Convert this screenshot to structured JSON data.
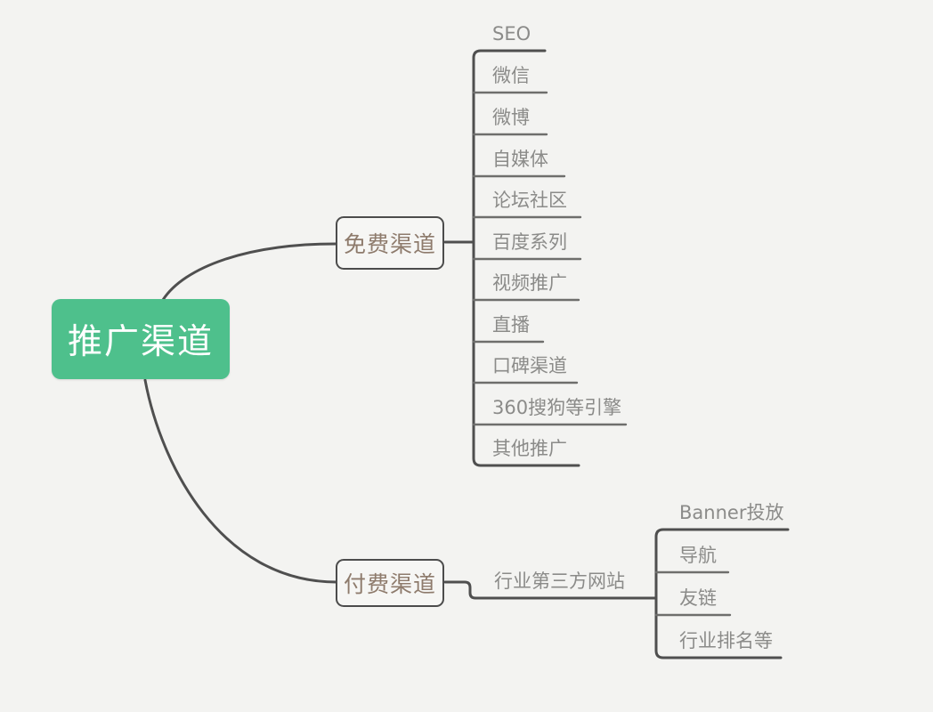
{
  "canvas": {
    "background_color": "#f3f3f1"
  },
  "root": {
    "label": "推广渠道",
    "fill_color": "#4ec08c",
    "text_color": "#ffffff"
  },
  "branches": [
    {
      "label": "免费渠道",
      "children": [
        "SEO",
        "微信",
        "微博",
        "自媒体",
        "论坛社区",
        "百度系列",
        "视频推广",
        "直播",
        "口碑渠道",
        "360搜狗等引擎",
        "其他推广"
      ]
    },
    {
      "label": "付费渠道",
      "children": [
        {
          "label": "行业第三方网站",
          "children": [
            "Banner投放",
            "导航",
            "友链",
            "行业排名等"
          ]
        }
      ]
    }
  ],
  "style": {
    "branch_box_border_color": "#4c4c4c",
    "branch_text_color": "#8e7b6c",
    "child_text_color": "#8b8b89",
    "connector_color": "#4f4f4f",
    "underline_color": "#6e6e6c"
  }
}
